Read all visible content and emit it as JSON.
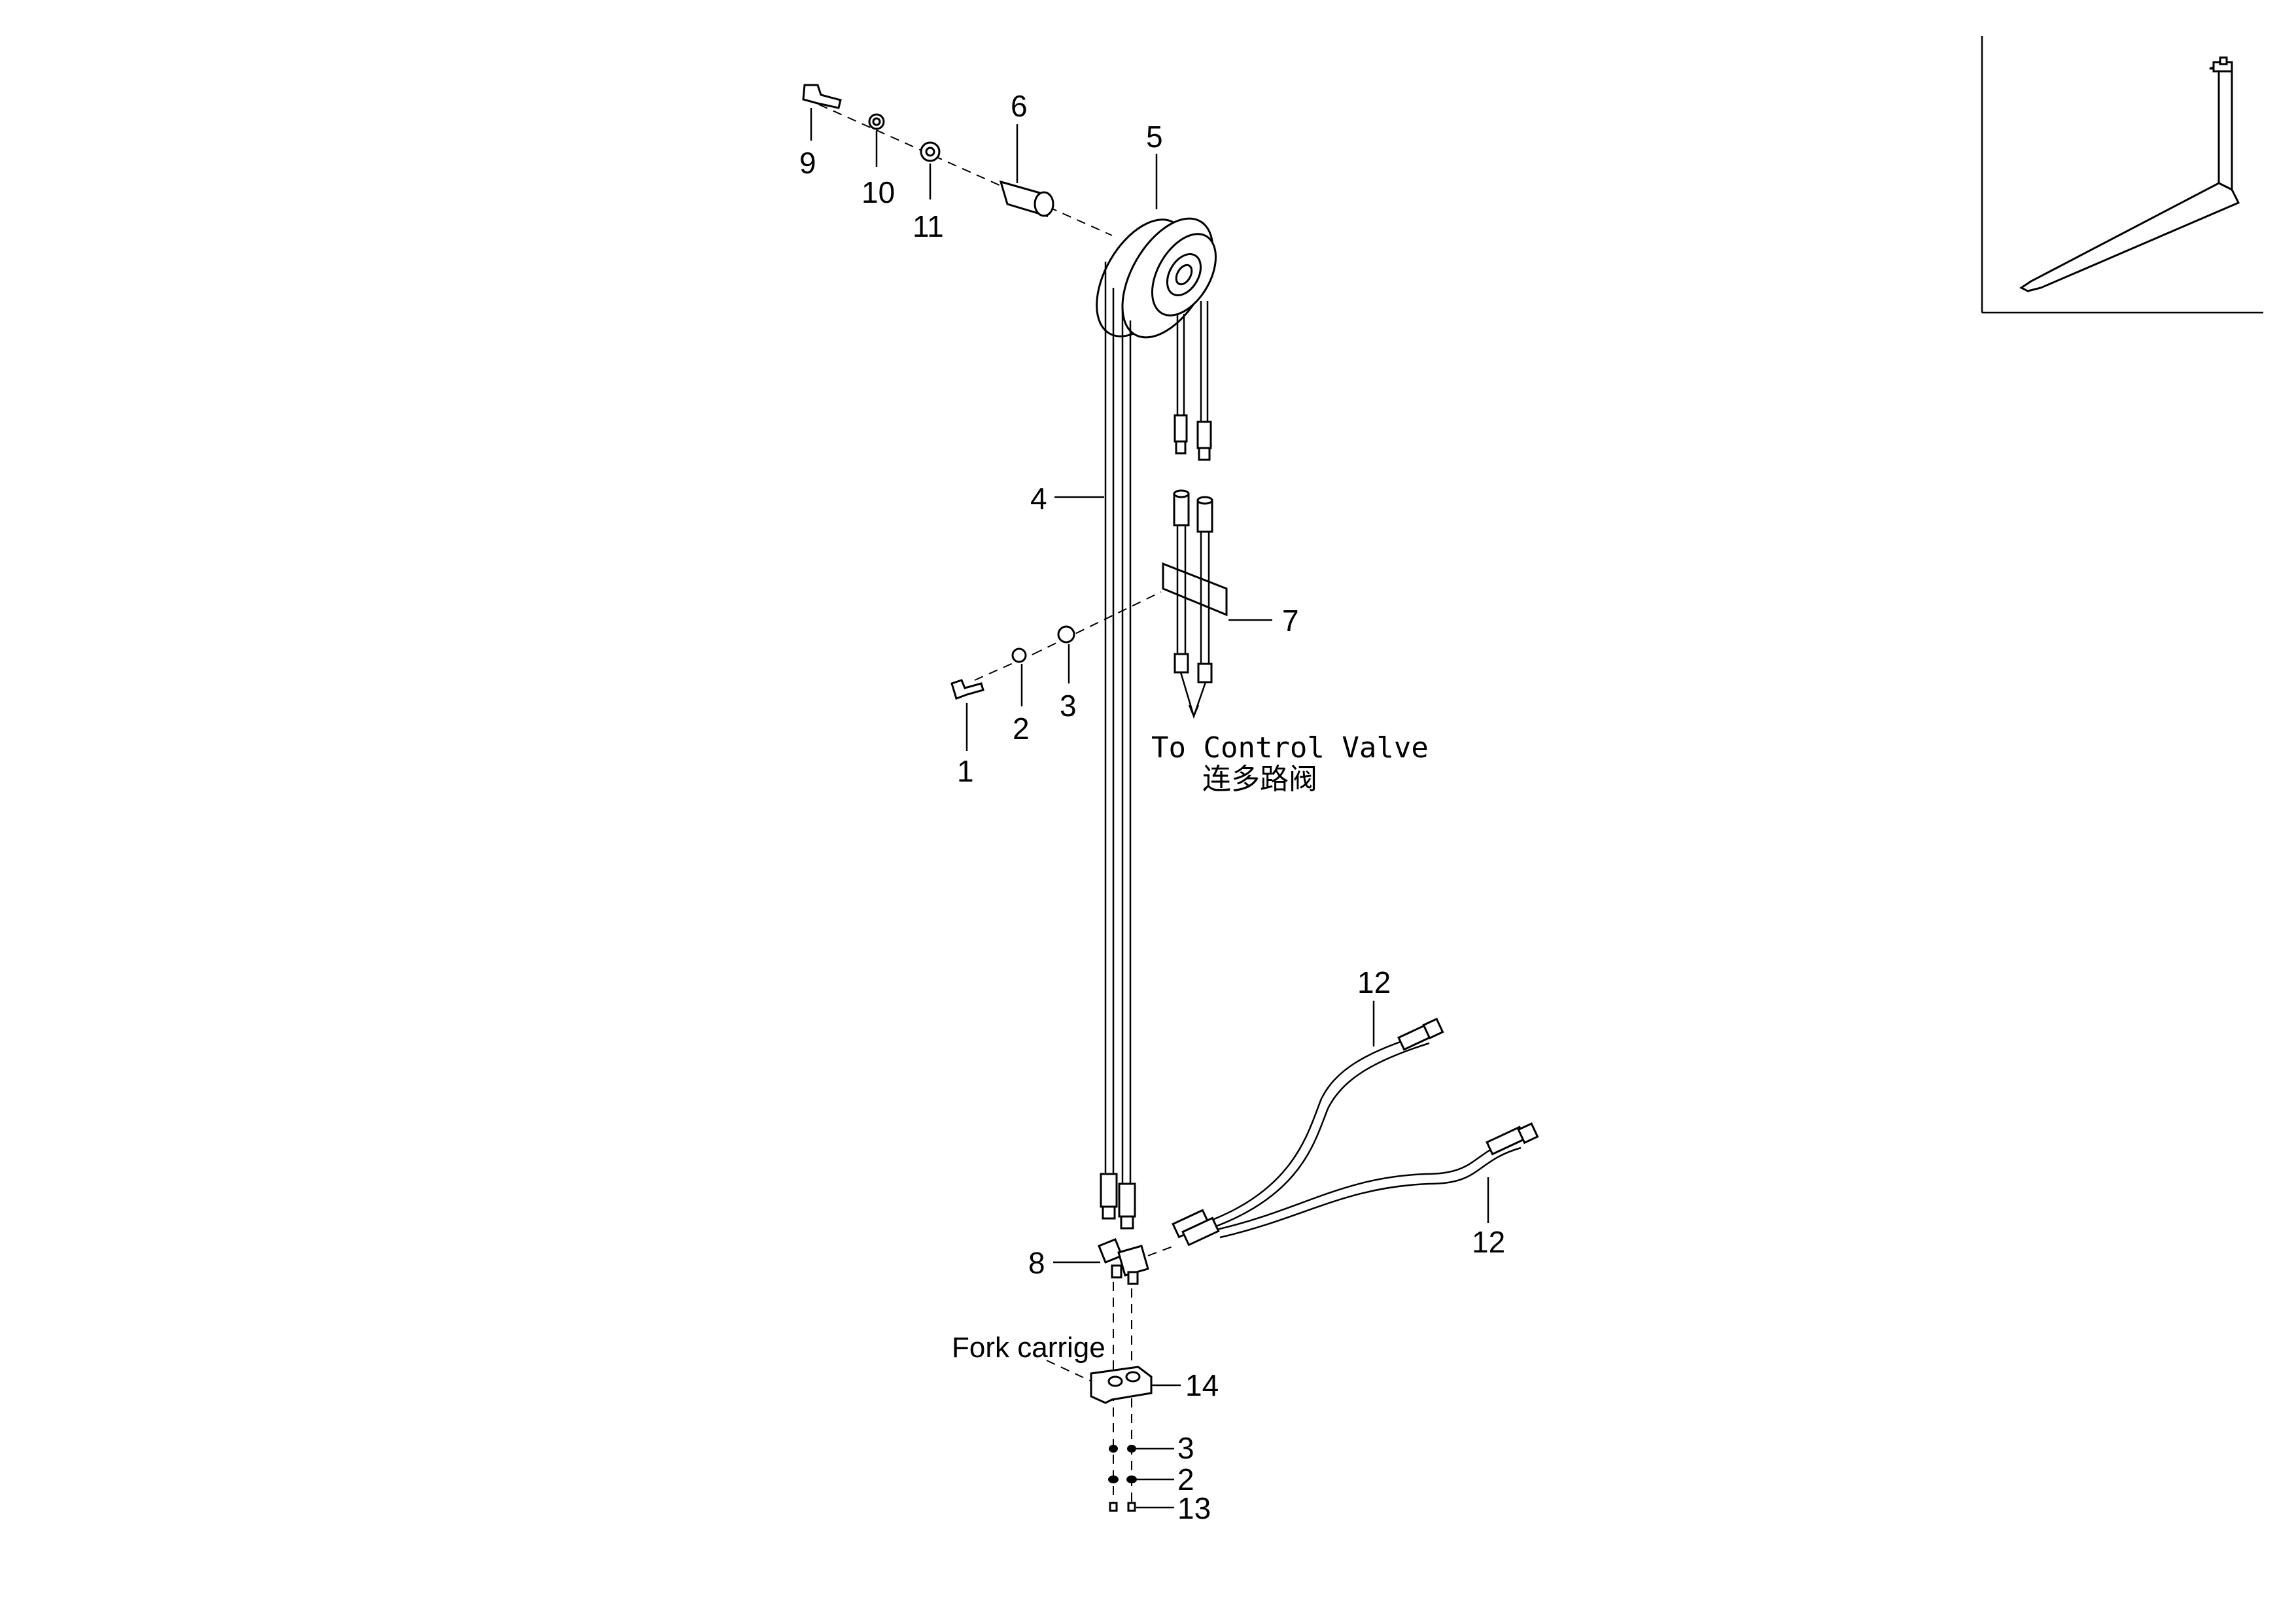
{
  "callouts": {
    "c1": "1",
    "c2": "2",
    "c3": "3",
    "c4": "4",
    "c5": "5",
    "c6": "6",
    "c7": "7",
    "c8": "8",
    "c9": "9",
    "c10": "10",
    "c11": "11",
    "c12a": "12",
    "c12b": "12",
    "c14": "14",
    "c3b": "3",
    "c2b": "2",
    "c13": "13"
  },
  "notes": {
    "control_valve_en": "To Control Valve",
    "control_valve_cn": "连多路阀",
    "fork_carriage": "Fork carrige"
  }
}
